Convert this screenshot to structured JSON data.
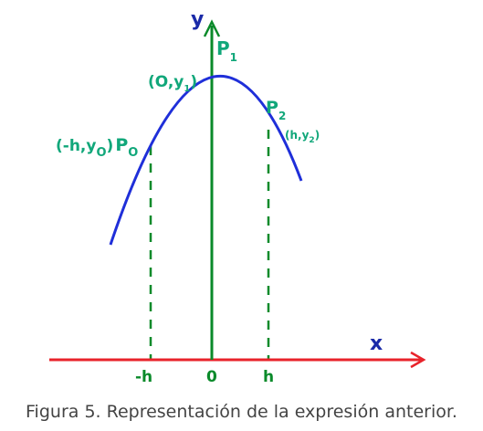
{
  "figure": {
    "caption": "Figura 5. Representación de la expresión anterior.",
    "colors": {
      "x_axis": "#e8232b",
      "y_axis": "#0a8a2a",
      "curve": "#1f2fd9",
      "labels": "#11a77a",
      "ticks": "#0a8a2a",
      "caption": "#444444"
    },
    "axes": {
      "x_label": "x",
      "y_label": "y",
      "ticks": {
        "neg_h": "-h",
        "zero": "0",
        "h": "h"
      }
    },
    "points": {
      "p0": {
        "name_main": "P",
        "name_sub": "O",
        "coord_open": "(-h,y",
        "coord_sub": "O",
        "coord_close": ")"
      },
      "p1": {
        "name_main": "P",
        "name_sub": "1",
        "coord_open": "(O,y",
        "coord_sub": "1",
        "coord_close": ")"
      },
      "p2": {
        "name_main": "P",
        "name_sub": "2",
        "coord_open": "(h,y",
        "coord_sub": "2",
        "coord_close": ")"
      }
    }
  }
}
